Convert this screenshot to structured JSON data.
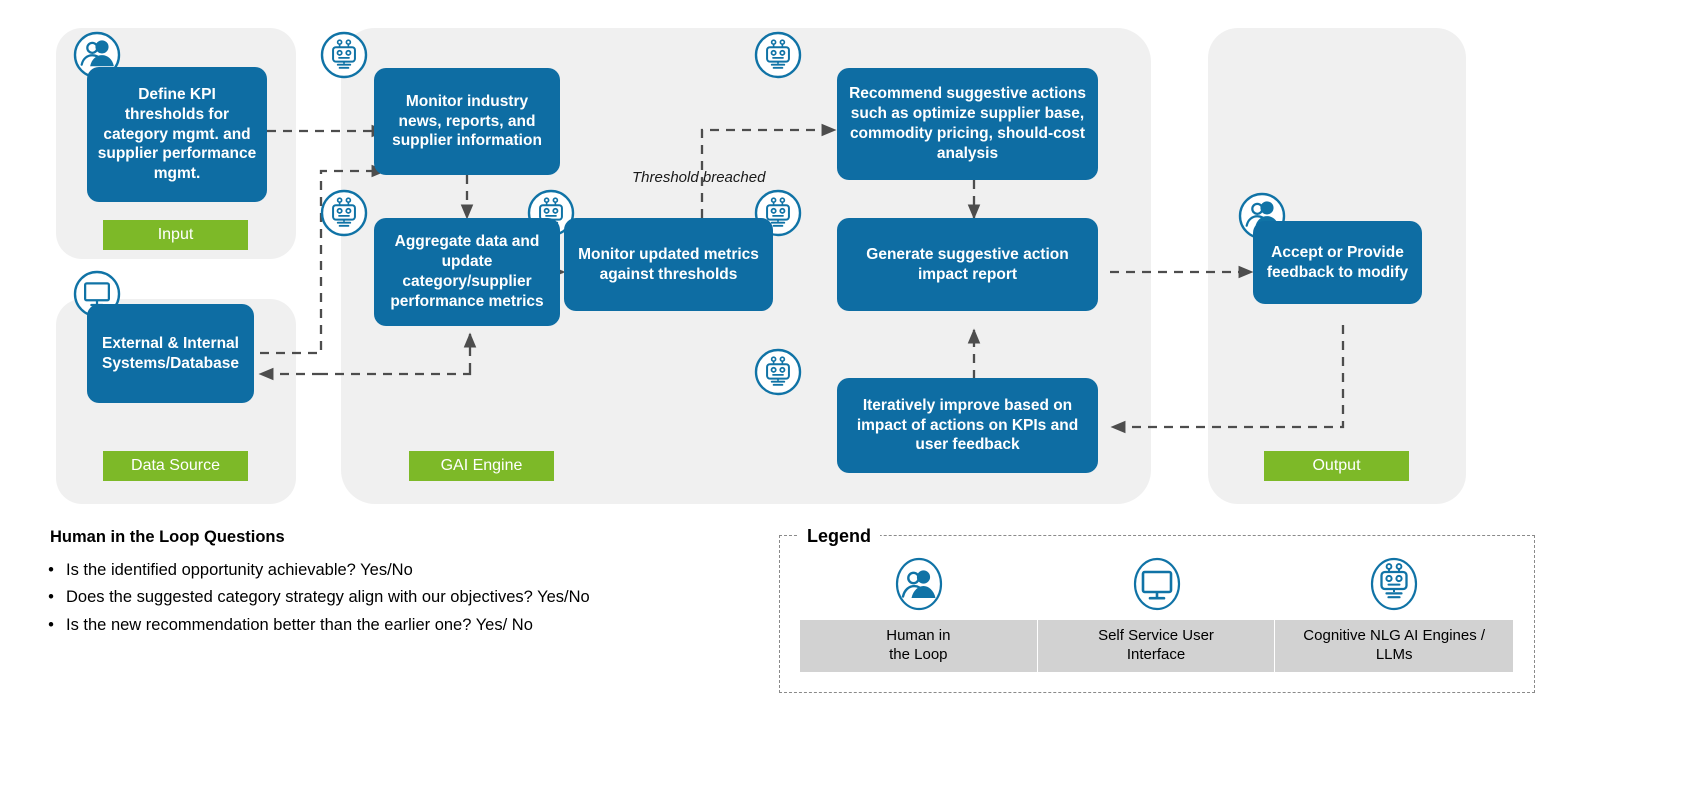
{
  "panels": [
    {
      "name": "input-panel"
    },
    {
      "name": "data-source-panel"
    },
    {
      "name": "gai-engine-panel"
    },
    {
      "name": "output-panel"
    }
  ],
  "nodes": {
    "define_kpi": "Define KPI thresholds for category mgmt. and supplier performance mgmt.",
    "external_systems": "External & Internal Systems/Database",
    "monitor_industry": "Monitor industry news, reports, and supplier information",
    "aggregate_data": "Aggregate data and update category/supplier performance metrics",
    "monitor_updated": "Monitor updated metrics against thresholds",
    "recommend_actions": "Recommend suggestive actions such as optimize supplier base, commodity pricing, should-cost analysis",
    "generate_report": "Generate suggestive action impact report",
    "iteratively_improve": "Iteratively improve based on impact of actions on KPIs and user feedback",
    "accept_feedback": "Accept or Provide feedback to modify"
  },
  "tags": {
    "input": "Input",
    "data_source": "Data Source",
    "gai_engine": "GAI Engine",
    "output": "Output"
  },
  "flow_labels": {
    "threshold_breached": "Threshold breached"
  },
  "questions": {
    "title": "Human in the Loop Questions",
    "bullet": "•",
    "items": [
      "Is the identified opportunity achievable? Yes/No",
      "Does the suggested category strategy align with our objectives? Yes/No",
      "Is the new recommendation better than the earlier one? Yes/ No"
    ]
  },
  "legend": {
    "title": "Legend",
    "entries": [
      {
        "icon": "human-in-the-loop-icon",
        "label": "Human in\nthe Loop"
      },
      {
        "icon": "self-service-user-interface-icon",
        "label": "Self Service User\nInterface"
      },
      {
        "icon": "cognitive-nlg-ai-engine-icon",
        "label": "Cognitive NLG AI Engines /\nLLMs"
      }
    ]
  },
  "icons": {
    "people": "human-in-the-loop-icon",
    "monitor": "self-service-user-interface-icon",
    "robot": "cognitive-nlg-ai-engine-icon"
  },
  "colors": {
    "node_blue": "#0E6DA3",
    "tag_green": "#7DB928",
    "panel_gray": "#F0F0F0",
    "legend_cell_gray": "#D2D2D2",
    "arrow_gray": "#4D4D4D"
  }
}
